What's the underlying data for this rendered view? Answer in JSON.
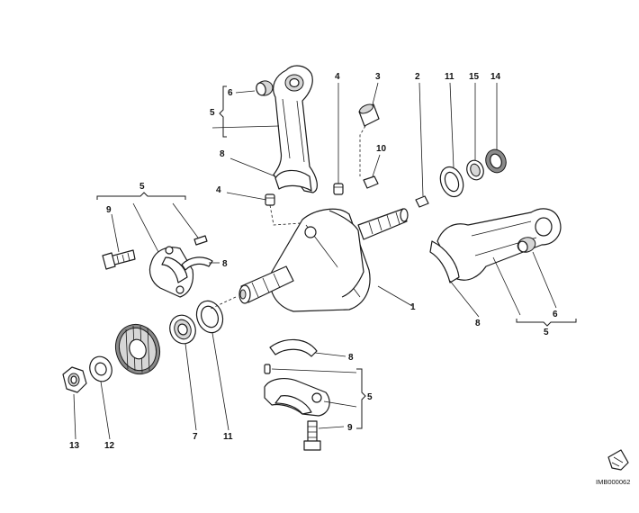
{
  "diagram": {
    "callouts": {
      "c1": "1",
      "c2": "2",
      "c3": "3",
      "c4a": "4",
      "c4b": "4",
      "c5a": "5",
      "c5b": "5",
      "c5c": "5",
      "c5d": "5",
      "c6a": "6",
      "c6b": "6",
      "c7": "7",
      "c8a": "8",
      "c8b": "8",
      "c8c": "8",
      "c8d": "8",
      "c9a": "9",
      "c9b": "9",
      "c10": "10",
      "c11a": "11",
      "c11b": "11",
      "c12": "12",
      "c13": "13",
      "c14": "14",
      "c15": "15"
    },
    "image_code": "IMB000062"
  }
}
